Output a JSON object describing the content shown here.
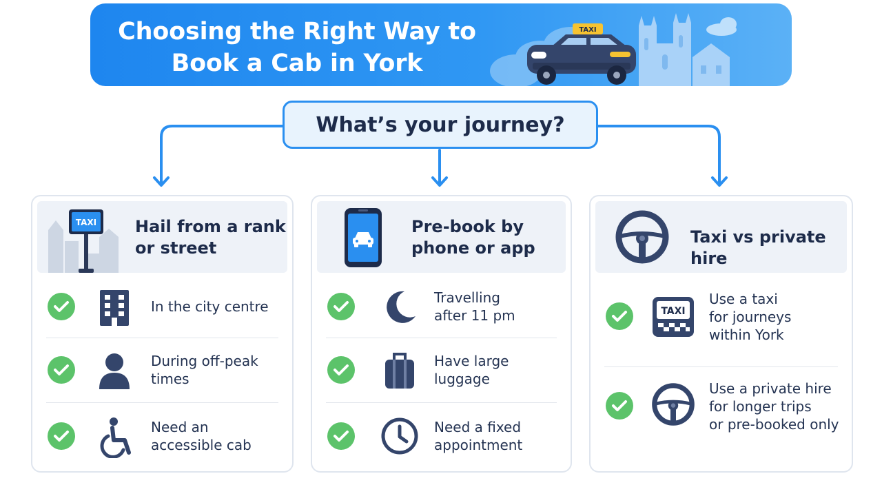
{
  "banner": {
    "title": "Choosing the Right Way to\nBook a Cab in York",
    "taxi_sign": "TAXI"
  },
  "question": "What’s your journey?",
  "cards": [
    {
      "title": "Hail from a rank\nor street",
      "icon": "taxi-rank-sign-icon",
      "sign_text": "TAXI",
      "rows": [
        {
          "icon": "building-icon",
          "text": "In the city centre"
        },
        {
          "icon": "person-icon",
          "text": "During off-peak\ntimes"
        },
        {
          "icon": "wheelchair-icon",
          "text": "Need an\naccessible cab"
        }
      ]
    },
    {
      "title": "Pre-book by\nphone or app",
      "icon": "smartphone-car-icon",
      "rows": [
        {
          "icon": "moon-icon",
          "text": "Travelling\nafter 11 pm"
        },
        {
          "icon": "luggage-icon",
          "text": "Have large\nluggage"
        },
        {
          "icon": "clock-icon",
          "text": "Need a fixed\nappointment"
        }
      ]
    },
    {
      "title": "Taxi vs private hire",
      "icon": "steering-wheel-icon",
      "rows": [
        {
          "icon": "taxi-sign-icon",
          "sign_text": "TAXI",
          "text": "Use a taxi\nfor journeys\nwithin York"
        },
        {
          "icon": "steering-wheel-icon",
          "text": "Use a private hire\nfor longer trips\nor pre-booked only"
        }
      ]
    }
  ],
  "colors": {
    "banner_blue": "#1e86ef",
    "accent_blue": "#2a8ff0",
    "check_green": "#5cc36a",
    "navy": "#1d2b4a",
    "card_head_bg": "#eef2f8"
  }
}
